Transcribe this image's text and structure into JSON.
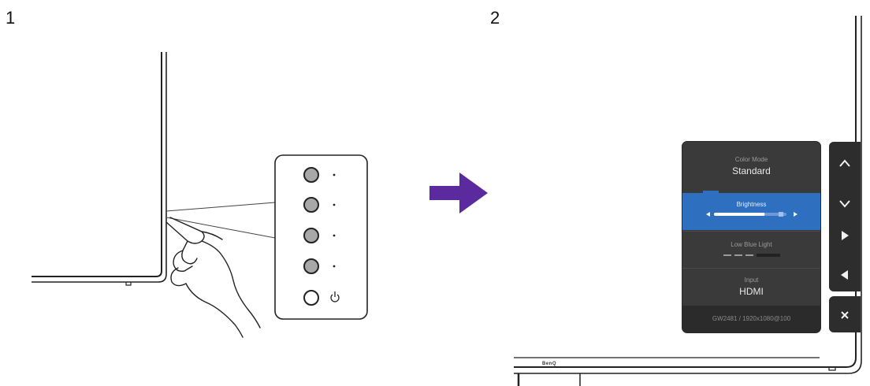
{
  "steps": {
    "step1": "1",
    "step2": "2"
  },
  "monitor_brand": "BenQ",
  "osd": {
    "color_mode_label": "Color Mode",
    "color_mode_value": "Standard",
    "brightness_label": "Brightness",
    "brightness_level": 0.7,
    "low_blue_light_label": "Low Blue Light",
    "input_label": "Input",
    "input_value": "HDMI",
    "footer": "GW2481 / 1920x1080@100"
  },
  "keys": {
    "up": "up-arrow",
    "down": "down-arrow",
    "right": "right-arrow",
    "left": "left-arrow",
    "close": "close"
  },
  "colors": {
    "arrow": "#5b2a9e",
    "osd_bg": "#3a3a3a",
    "osd_active": "#2f6fc0",
    "key_bg": "#2d2d2d"
  }
}
